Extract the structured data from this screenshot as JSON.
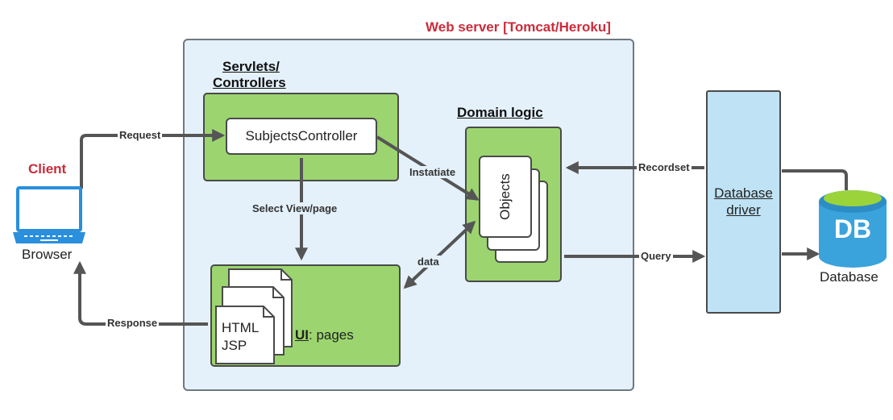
{
  "web_server": {
    "title": "Web server [Tomcat/Heroku]"
  },
  "client": {
    "label": "Client",
    "browser_label": "Browser"
  },
  "servlets": {
    "heading_line1": "Servlets/",
    "heading_line2": "Controllers",
    "controller_label": "SubjectsController"
  },
  "domain": {
    "heading": "Domain logic",
    "objects_label": "Objects"
  },
  "ui": {
    "heading_bold": "UI",
    "heading_rest": ": pages",
    "page_line1": "HTML",
    "page_line2": "JSP"
  },
  "db": {
    "driver_line1": "Database",
    "driver_line2": "driver",
    "icon_text": "DB",
    "label": "Database"
  },
  "edges": {
    "request": "Request",
    "response": "Response",
    "instatiate": "Instatiate",
    "select_view": "Select View/page",
    "data": "data",
    "recordset": "Recordset",
    "query": "Query"
  },
  "colors": {
    "panel_bg": "#e4f1fa",
    "green": "#9cd56f",
    "db_blue": "#3aa3dc",
    "db_green": "#9bd43a",
    "title_red": "#cc2b3b",
    "laptop_blue": "#2a8fdc"
  }
}
